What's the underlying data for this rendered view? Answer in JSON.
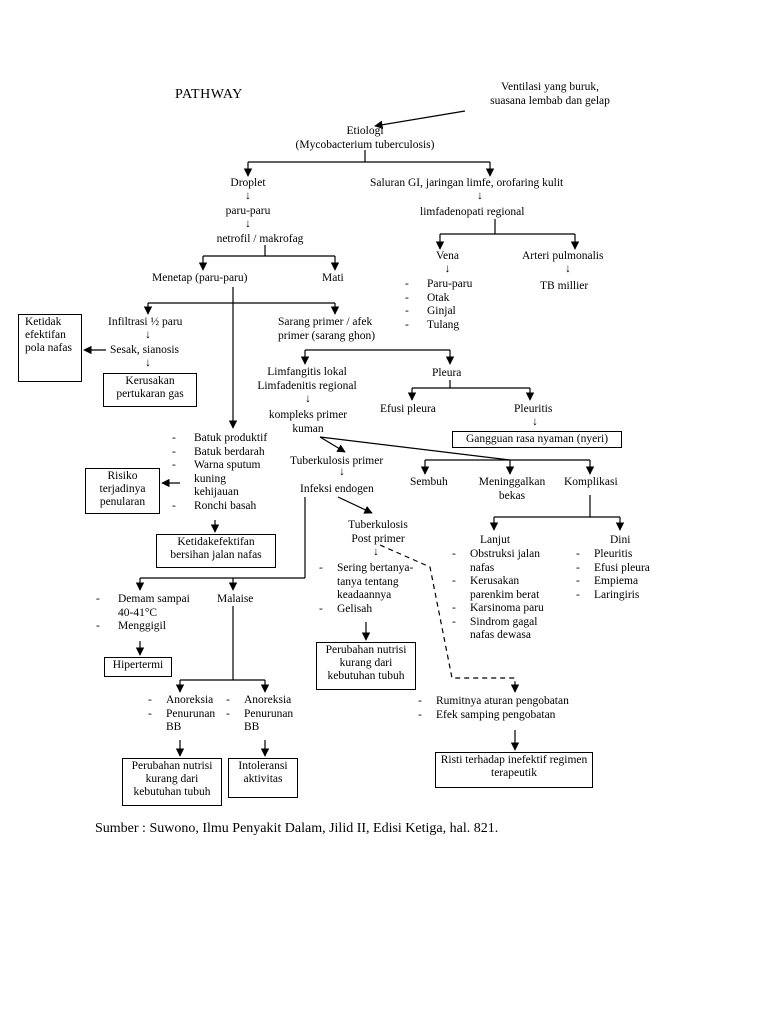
{
  "title": "PATHWAY",
  "nodes": {
    "ventilasi": [
      "Ventilasi yang buruk,",
      "suasana lembab dan gelap"
    ],
    "etiologi": [
      "Etiologi",
      "(Mycobacterium tuberculosis)"
    ],
    "droplet": "Droplet",
    "paru_paru": "paru-paru",
    "netrofil": "netrofil / makrofag",
    "menetap": "Menetap (paru-paru)",
    "mati": "Mati",
    "saluran": "Saluran GI, jaringan limfe, orofaring kulit",
    "limfadenopati": "limfadenopati regional",
    "vena": "Vena",
    "vena_list": [
      "Paru-paru",
      "Otak",
      "Ginjal",
      "Tulang"
    ],
    "arteri": "Arteri pulmonalis",
    "tb_millier": "TB millier",
    "infiltrasi": "Infiltrasi ½ paru",
    "sesak": "Sesak, sianosis",
    "sarang_primer": [
      "Sarang primer / afek",
      "primer (sarang ghon)"
    ],
    "limfangitis": [
      "Limfangitis lokal",
      "Limfadenitis regional"
    ],
    "kompleks": [
      "kompleks primer",
      "kuman"
    ],
    "pleura": "Pleura",
    "efusi": "Efusi pleura",
    "pleuritis": "Pleuritis",
    "tb_primer": "Tuberkulosis primer",
    "infeksi_endogen": "Infeksi endogen",
    "sembuh": "Sembuh",
    "meninggalkan": [
      "Meninggalkan",
      "bekas"
    ],
    "komplikasi": "Komplikasi",
    "batuk_list": [
      "Batuk produktif",
      "Batuk berdarah",
      "Warna sputum kuning kehijauan",
      "Ronchi basah"
    ],
    "tb_post": [
      "Tuberkulosis",
      "Post primer"
    ],
    "post_list": [
      "Sering bertanya-tanya tentang keadaannya",
      "Gelisah"
    ],
    "lanjut": "Lanjut",
    "lanjut_list": [
      "Obstruksi jalan nafas",
      "Kerusakan parenkim berat",
      "Karsinoma paru",
      "Sindrom gagal nafas dewasa"
    ],
    "dini": "Dini",
    "dini_list": [
      "Pleuritis",
      "Efusi pleura",
      "Empiema",
      "Laringiris"
    ],
    "demam_list": [
      "Demam sampai 40-41°C",
      "Menggigil"
    ],
    "malaise": "Malaise",
    "anoreksia_list_1": [
      "Anoreksia",
      "Penurunan BB"
    ],
    "anoreksia_list_2": [
      "Anoreksia",
      "Penurunan BB"
    ],
    "pengobatan_list": [
      "Rumitnya aturan pengobatan",
      "Efek samping pengobatan"
    ]
  },
  "boxes": {
    "ketidak_efektifan_pola": "Ketidak efektifan pola nafas",
    "kerusakan_gas": "Kerusakan pertukaran gas",
    "gangguan_nyaman": "Gangguan rasa nyaman (nyeri)",
    "risiko_penularan": "Risiko terjadinya penularan",
    "ketidakefektifan_bersihan": "Ketidakefektifan bersihan jalan nafas",
    "hipertermi": "Hipertermi",
    "perubahan_nutrisi_1": "Perubahan nutrisi kurang dari kebutuhan tubuh",
    "perubahan_nutrisi_2": "Perubahan nutrisi kurang dari kebutuhan tubuh",
    "intoleransi": "Intoleransi aktivitas",
    "risti_regimen": "Risti terhadap inefektif regimen terapeutik"
  },
  "small_arrow": "↓",
  "source": "Sumber : Suwono, Ilmu Penyakit Dalam, Jilid II, Edisi Ketiga, hal. 821."
}
